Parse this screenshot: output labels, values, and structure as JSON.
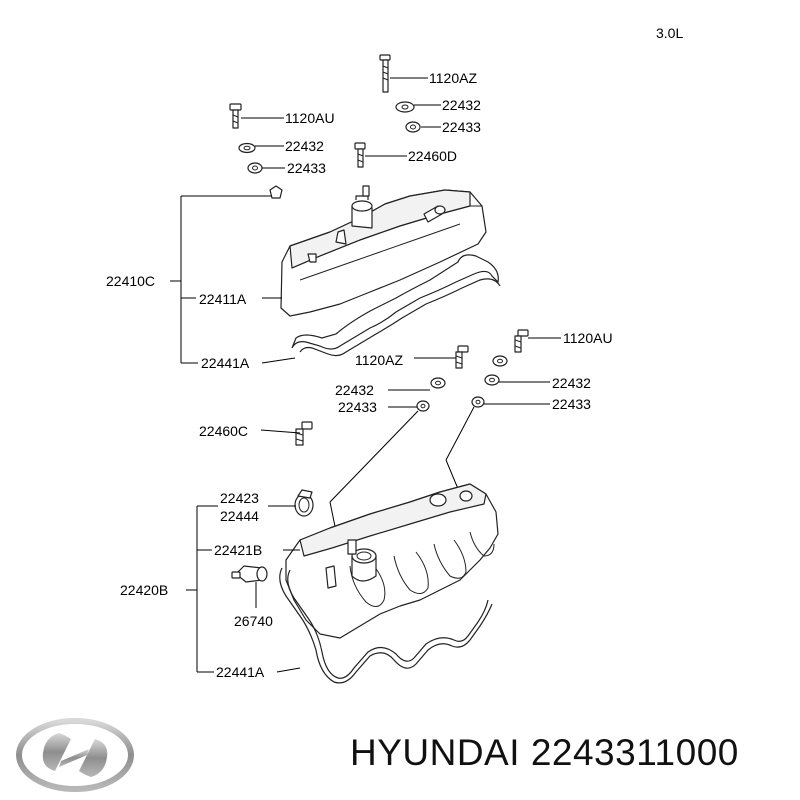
{
  "engine_label": "3.0L",
  "footer": {
    "brand": "HYUNDAI",
    "part_number": "2243311000"
  },
  "logo": {
    "name": "hyundai-logo",
    "color": "#9a9a9a"
  },
  "callouts": {
    "bolt_top_right": "1120AZ",
    "washer_top_right": "22432",
    "grommet_top_right": "22433",
    "bolt_top_left": "1120AU",
    "washer_top_left": "22432",
    "grommet_top_left": "22433",
    "stud_top": "22460D",
    "cover_assy_top": "22410C",
    "cover_top": "22411A",
    "gasket_top": "22441A",
    "bolt_mid_left": "1120AZ",
    "bolt_mid_right": "1120AU",
    "washer_mid_left": "22432",
    "grommet_mid_left": "22433",
    "washer_mid_right": "22432",
    "grommet_mid_right": "22433",
    "stud_mid": "22460C",
    "clamp": "22423",
    "hose": "22444",
    "cover_bottom": "22421B",
    "cover_assy_bottom": "22420B",
    "pcv_valve": "26740",
    "gasket_bottom": "22441A"
  }
}
